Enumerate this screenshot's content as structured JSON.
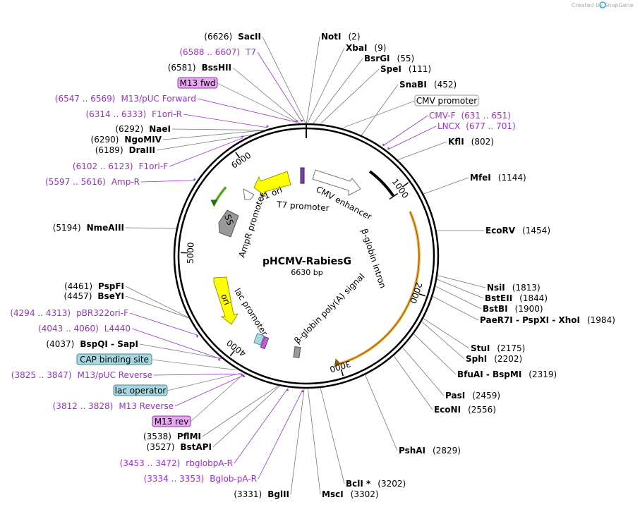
{
  "watermark": "Created by SnapGene",
  "plasmid": {
    "name": "pHCMV-RabiesG",
    "size": "6630 bp"
  },
  "ticks": [
    "1000",
    "2000",
    "3000",
    "4000",
    "5000",
    "6000"
  ],
  "enzymes": [
    {
      "pos": "(6626)",
      "name": "SacII",
      "site": 6626
    },
    {
      "pos": "(2)",
      "name": "NotI",
      "site": 2
    },
    {
      "pos": "(9)",
      "name": "XbaI",
      "site": 9
    },
    {
      "pos": "(55)",
      "name": "BsrGI",
      "site": 55
    },
    {
      "pos": "(111)",
      "name": "SpeI",
      "site": 111
    },
    {
      "pos": "(452)",
      "name": "SnaBI",
      "site": 452
    },
    {
      "pos": "(802)",
      "name": "KflI",
      "site": 802
    },
    {
      "pos": "(1144)",
      "name": "MfeI",
      "site": 1144
    },
    {
      "pos": "(1454)",
      "name": "EcoRV",
      "site": 1454
    },
    {
      "pos": "(1813)",
      "name": "NsiI",
      "site": 1813
    },
    {
      "pos": "(1844)",
      "name": "BstEII",
      "site": 1844
    },
    {
      "pos": "(1900)",
      "name": "BstBI",
      "site": 1900
    },
    {
      "pos": "(1984)",
      "name": "PaeR7I - PspXI - XhoI",
      "site": 1984
    },
    {
      "pos": "(2175)",
      "name": "StuI",
      "site": 2175
    },
    {
      "pos": "(2202)",
      "name": "SphI",
      "site": 2202
    },
    {
      "pos": "(2319)",
      "name": "BfuAI - BspMI",
      "site": 2319
    },
    {
      "pos": "(2459)",
      "name": "PasI",
      "site": 2459
    },
    {
      "pos": "(2556)",
      "name": "EcoNI",
      "site": 2556
    },
    {
      "pos": "(2829)",
      "name": "PshAI",
      "site": 2829
    },
    {
      "pos": "(3202)",
      "name": "BclI *",
      "site": 3202
    },
    {
      "pos": "(3302)",
      "name": "MscI",
      "site": 3302
    },
    {
      "pos": "(3331)",
      "name": "BglII",
      "site": 3331
    },
    {
      "pos": "(3527)",
      "name": "BstAPI",
      "site": 3527
    },
    {
      "pos": "(3538)",
      "name": "PflMI",
      "site": 3538
    },
    {
      "pos": "(4037)",
      "name": "BspQI - SapI",
      "site": 4037
    },
    {
      "pos": "(4457)",
      "name": "BseYI",
      "site": 4457
    },
    {
      "pos": "(4461)",
      "name": "PspFI",
      "site": 4461
    },
    {
      "pos": "(5194)",
      "name": "NmeAIII",
      "site": 5194
    },
    {
      "pos": "(6189)",
      "name": "DraIII",
      "site": 6189
    },
    {
      "pos": "(6290)",
      "name": "NgoMIV",
      "site": 6290
    },
    {
      "pos": "(6292)",
      "name": "NaeI",
      "site": 6292
    },
    {
      "pos": "(6581)",
      "name": "BssHII",
      "site": 6581
    }
  ],
  "primers": [
    {
      "pos": "(6588 .. 6607)",
      "name": "T7",
      "site": 6597
    },
    {
      "pos": "(6547 .. 6569)",
      "name": "M13/pUC Forward",
      "site": 6558
    },
    {
      "pos": "(6314 .. 6333)",
      "name": "F1ori-R",
      "site": 6323
    },
    {
      "pos": "(6102 .. 6123)",
      "name": "F1ori-F",
      "site": 6112
    },
    {
      "pos": "(5597 .. 5616)",
      "name": "Amp-R",
      "site": 5606
    },
    {
      "pos": "(631 .. 651)",
      "name": "CMV-F",
      "site": 641
    },
    {
      "pos": "(677 .. 701)",
      "name": "LNCX",
      "site": 689
    },
    {
      "pos": "(4294 .. 4313)",
      "name": "pBR322ori-F",
      "site": 4303
    },
    {
      "pos": "(4043 .. 4060)",
      "name": "L4440",
      "site": 4051
    },
    {
      "pos": "(3825 .. 3847)",
      "name": "M13/pUC Reverse",
      "site": 3836
    },
    {
      "pos": "(3812 .. 3828)",
      "name": "M13 Reverse",
      "site": 3820
    },
    {
      "pos": "(3453 .. 3472)",
      "name": "rbglobpA-R",
      "site": 3462
    },
    {
      "pos": "(3334 .. 3353)",
      "name": "Bglob-pA-R",
      "site": 3343
    }
  ],
  "feature_boxes": [
    {
      "name": "M13 fwd",
      "site": 6560,
      "fill": "#e5a8f0",
      "stroke": "#8a3aa0"
    },
    {
      "name": "CMV promoter",
      "site": 300,
      "fill": "#ffffff",
      "stroke": "#999999"
    },
    {
      "name": "CAP binding site",
      "site": 3900,
      "fill": "#a9d7e0",
      "stroke": "#4a8a96"
    },
    {
      "name": "lac operator",
      "site": 3850,
      "fill": "#a9d7e0",
      "stroke": "#4a8a96"
    },
    {
      "name": "M13 rev",
      "site": 3830,
      "fill": "#e5a8f0",
      "stroke": "#8a3aa0"
    }
  ],
  "inner_labels": {
    "f1_ori": "f1 ori",
    "t7_promoter": "T7 promoter",
    "cmv_enhancer": "CMV enhancer",
    "bglobin_intron": "β-globin intron",
    "bglobin_polya": "β-globin poly(A) signal",
    "lac_promoter": "lac promoter",
    "ampr_promoter": "AmpR promoter",
    "ori": "ori",
    "ss": "SS"
  },
  "colors": {
    "backbone": "#000000",
    "primer": "#9b2fd0",
    "rabies_g": "#f5a623",
    "f1_ori": "#ffff00",
    "ori": "#ffff00",
    "ampr": "#7ec850",
    "ss": "#999999"
  }
}
